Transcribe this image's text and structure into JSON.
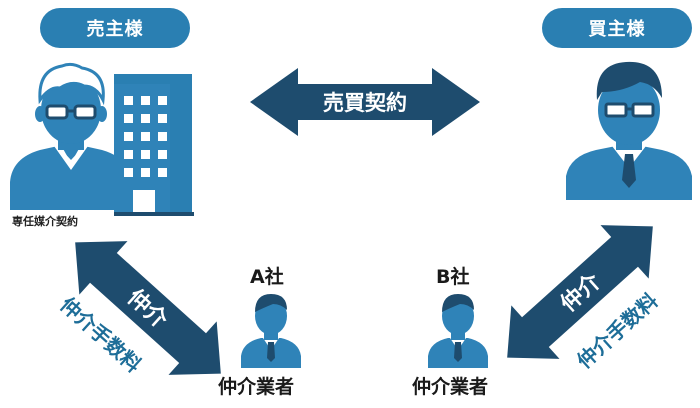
{
  "colors": {
    "dark_navy": "#1e4c6e",
    "blue": "#2a7fb2",
    "fill_blue": "#2f83b8",
    "teal_text": "#1d6d98",
    "white": "#ffffff"
  },
  "seller": {
    "label": "売主様",
    "contract_note": "専任媒介契約"
  },
  "buyer": {
    "label": "買主様"
  },
  "center_arrow": {
    "label": "売買契約"
  },
  "left_arrow": {
    "label": "仲介",
    "side_label": "仲介手数料"
  },
  "right_arrow": {
    "label": "仲介",
    "side_label": "仲介手数料"
  },
  "agent_a": {
    "company": "A社",
    "role": "仲介業者"
  },
  "agent_b": {
    "company": "B社",
    "role": "仲介業者"
  },
  "icons": [
    "elderly-man-icon",
    "building-icon",
    "young-man-icon",
    "agent-icon"
  ]
}
